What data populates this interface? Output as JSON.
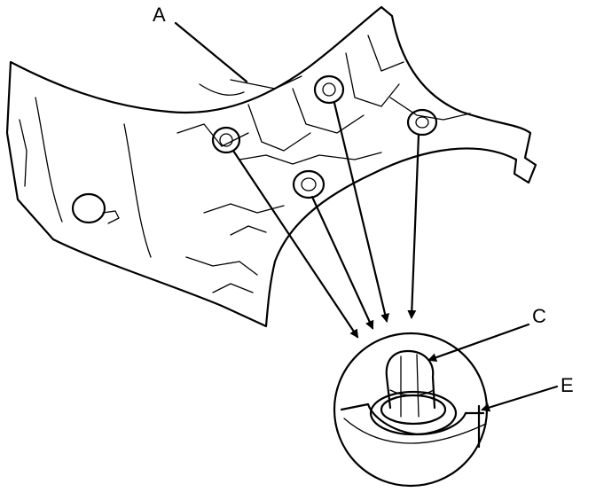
{
  "labels": {
    "panel": "A",
    "clip": "C",
    "panel_edge": "E"
  }
}
